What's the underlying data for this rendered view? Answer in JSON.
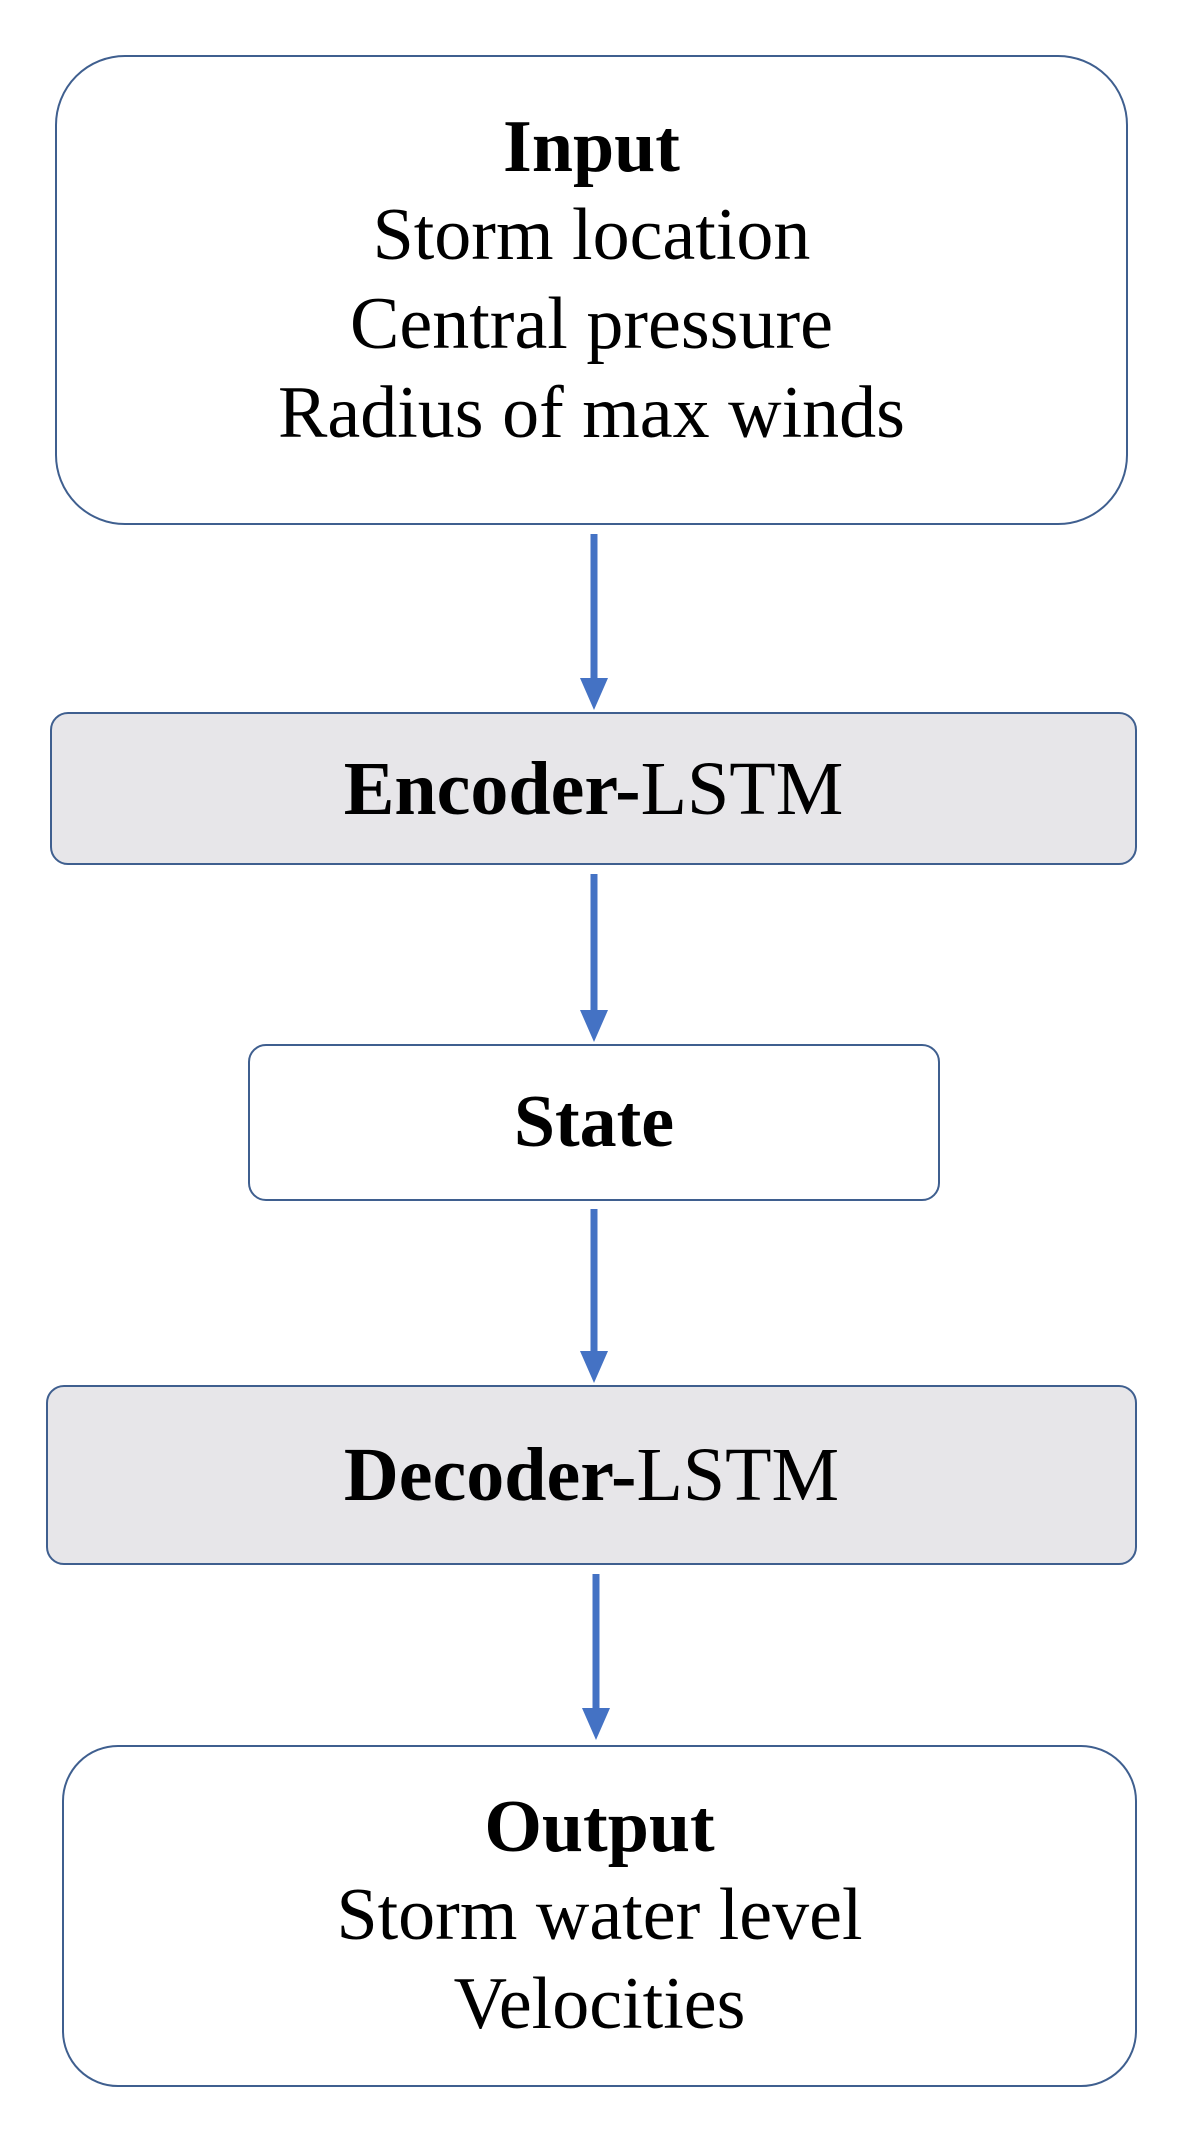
{
  "input": {
    "title": "Input",
    "lines": [
      "Storm location",
      "Central pressure",
      "Radius of max winds"
    ]
  },
  "encoder": {
    "bold": "Encoder-",
    "normal": "LSTM"
  },
  "state": {
    "label": "State"
  },
  "decoder": {
    "bold": "Decoder-",
    "normal": "LSTM"
  },
  "output": {
    "title": "Output",
    "lines": [
      "Storm water level",
      "Velocities"
    ]
  },
  "colors": {
    "arrow": "#4472c4",
    "border": "#3f5f8f",
    "lstm_fill": "#e7e6e9"
  }
}
